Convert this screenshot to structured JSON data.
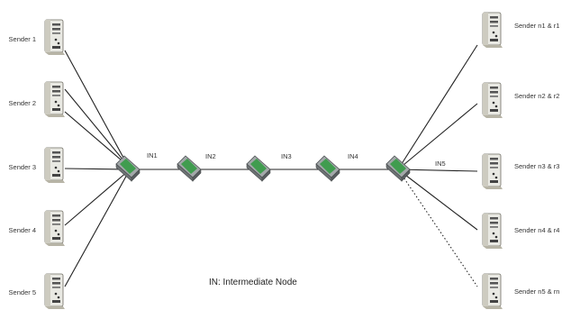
{
  "diagram": {
    "legend": "IN: Intermediate Node",
    "senders": [
      {
        "label": "Sender 1"
      },
      {
        "label": "Sender 2"
      },
      {
        "label": "Sender 3"
      },
      {
        "label": "Sender 4"
      },
      {
        "label": "Sender 5"
      }
    ],
    "routers": [
      {
        "label": "IN1"
      },
      {
        "label": "IN2"
      },
      {
        "label": "IN3"
      },
      {
        "label": "IN4"
      },
      {
        "label": "IN5"
      }
    ],
    "receivers": [
      {
        "label": "Sender n1 & r1"
      },
      {
        "label": "Sender n2 & r2"
      },
      {
        "label": "Sender n3 & r3"
      },
      {
        "label": "Sender n4 & r4"
      },
      {
        "label": "Sender n5 & rn"
      }
    ],
    "colors": {
      "server_body": "#e9e9e3",
      "server_shadow": "#b7b4a6",
      "router_body": "#8a8f91",
      "router_accent": "#2f9a3f",
      "link": "#222222"
    },
    "icons": {
      "server": "server-tower-icon",
      "router": "router-icon"
    }
  }
}
